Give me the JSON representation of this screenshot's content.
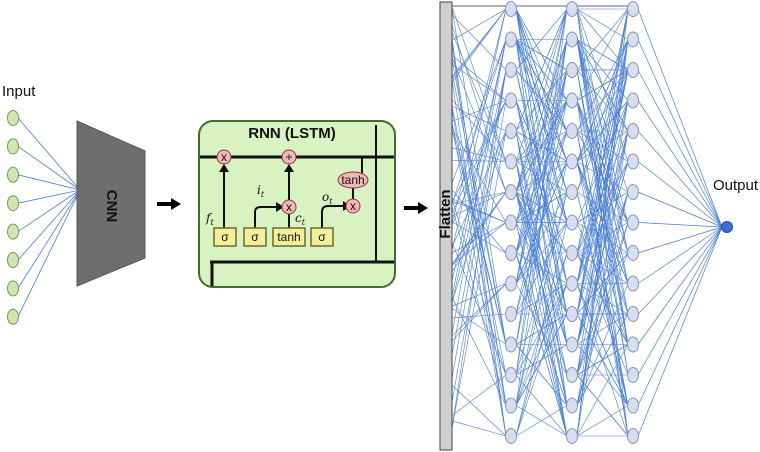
{
  "labels": {
    "input": "Input",
    "cnn": "CNN",
    "rnn_title": "RNN (LSTM)",
    "flatten": "Flatten",
    "output": "Output"
  },
  "lstm": {
    "gates": [
      "σ",
      "σ",
      "tanh",
      "σ"
    ],
    "tanh_node": "tanh",
    "mult_symbol": "x",
    "add_symbol": "+",
    "symbols": {
      "f": "f",
      "f_sub": "t",
      "i": "i",
      "i_sub": "t",
      "c": "c",
      "c_sub": "t",
      "o": "o",
      "o_sub": "t"
    }
  },
  "colors": {
    "node_fill": "#cfe6b4",
    "node_stroke": "#6f9e4d",
    "cnn_fill": "#6e6e6e",
    "lstm_bg": "#d9f2c2",
    "lstm_border": "#3f6f2a",
    "gate_fill": "#f4ef9a",
    "op_fill": "#f1b8b8",
    "dense_fill": "#d7def0",
    "dense_stroke": "#8a96b8",
    "edge": "#4a7fd4",
    "output_fill": "#3a6fcc"
  }
}
